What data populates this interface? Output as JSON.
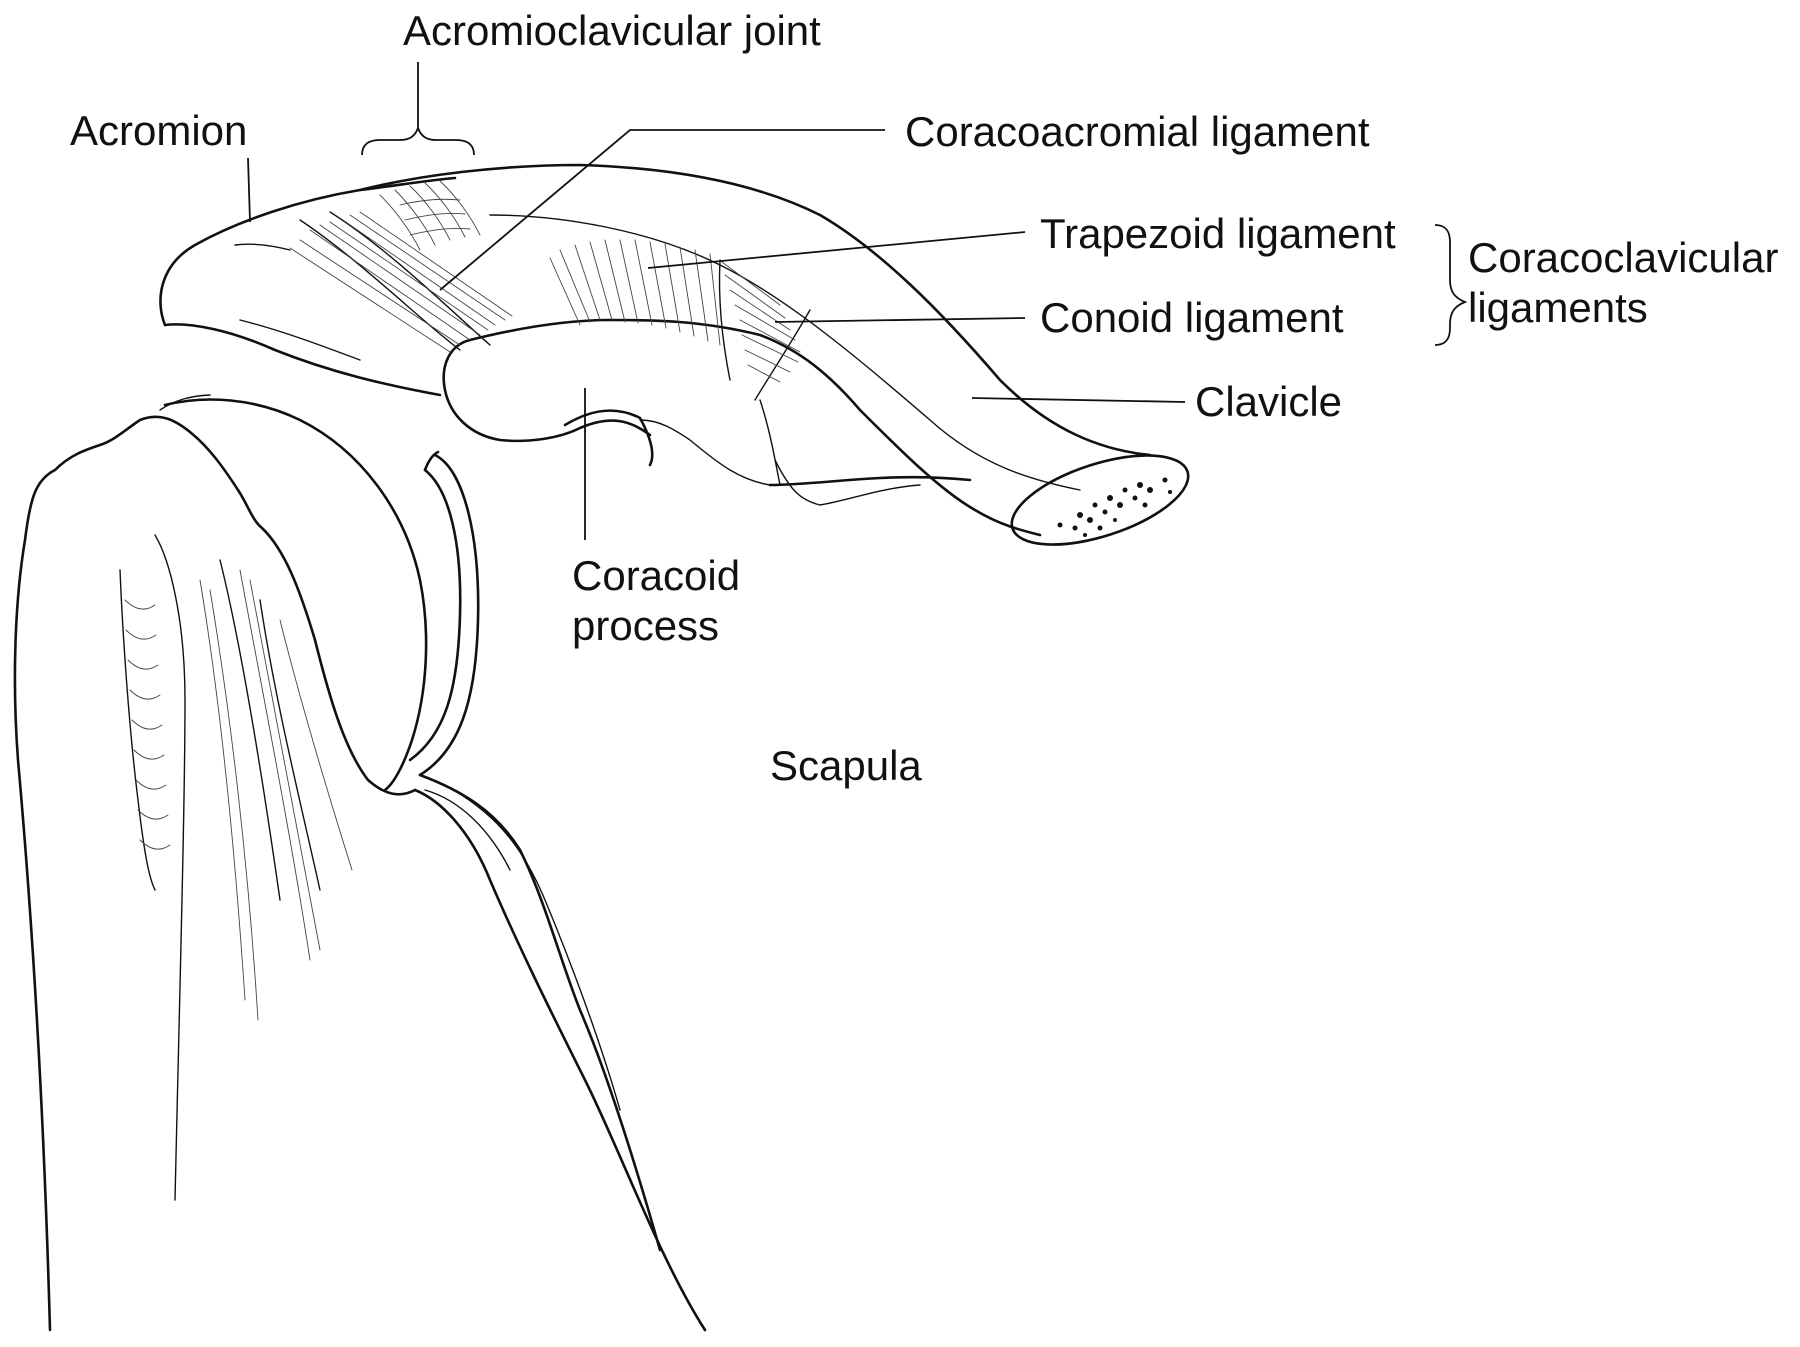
{
  "labels": {
    "acromioclavicular_joint": "Acromioclavicular joint",
    "acromion": "Acromion",
    "coracoacromial_ligament": "Coracoacromial ligament",
    "trapezoid_ligament": "Trapezoid ligament",
    "conoid_ligament": "Conoid ligament",
    "coracoclavicular_ligaments_line1": "Coracoclavicular",
    "coracoclavicular_ligaments_line2": "ligaments",
    "clavicle": "Clavicle",
    "coracoid_process_line1": "Coracoid",
    "coracoid_process_line2": "process",
    "scapula": "Scapula"
  },
  "colors": {
    "ink": "#111111",
    "background": "#ffffff"
  }
}
